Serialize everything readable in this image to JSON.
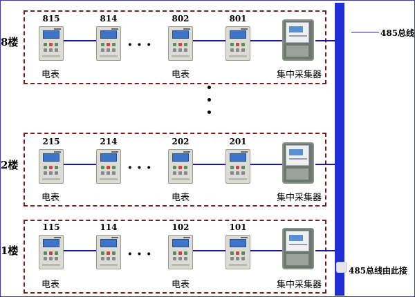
{
  "floors": [
    {
      "label": "8楼",
      "meters": [
        "815",
        "814",
        "802",
        "801"
      ]
    },
    {
      "label": "2楼",
      "meters": [
        "215",
        "214",
        "202",
        "201"
      ]
    },
    {
      "label": "1楼",
      "meters": [
        "115",
        "114",
        "102",
        "101"
      ]
    }
  ],
  "captions": {
    "meter": "电表",
    "collector": "集中采集器"
  },
  "bus": {
    "label_top": "485总线",
    "label_bottom": "485总线由此接"
  },
  "colors": {
    "bus": "#1f2ed6",
    "box_border": "#7a1c1c",
    "wire": "#1a1aa0"
  }
}
